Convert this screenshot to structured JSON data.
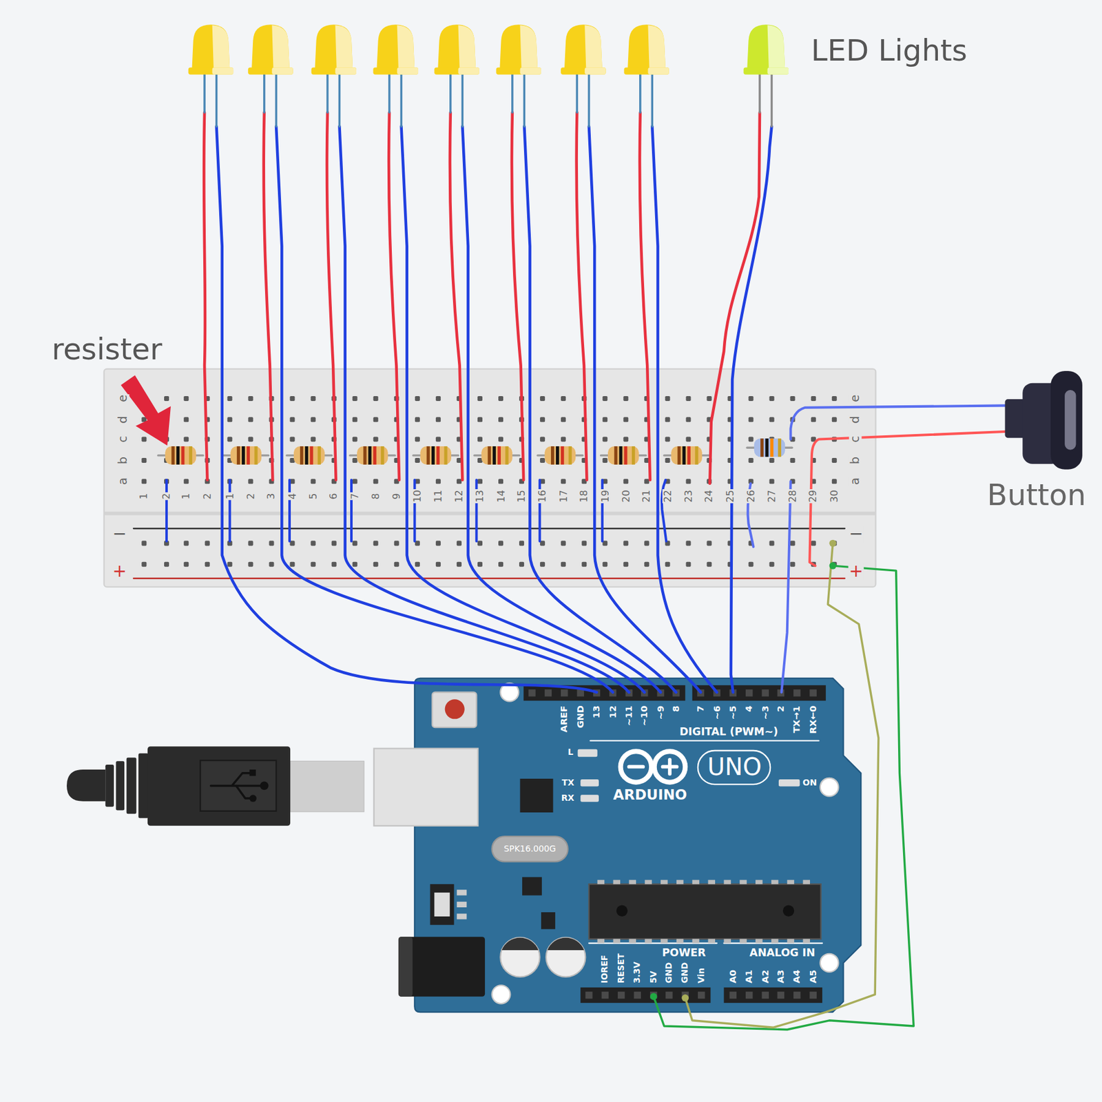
{
  "diagram": {
    "labels": [
      "LED Lights",
      "resister",
      "e",
      "d",
      "c",
      "b",
      "a",
      "e",
      "d",
      "c",
      "b",
      "a",
      "Button",
      "1",
      "2",
      "1",
      "2",
      "1",
      "2",
      "3",
      "4",
      "5",
      "6",
      "7",
      "8",
      "9",
      "10",
      "11",
      "12",
      "13",
      "14",
      "15",
      "16",
      "17",
      "18",
      "19",
      "20",
      "21",
      "22",
      "23",
      "24",
      "25",
      "26",
      "27",
      "28",
      "29",
      "30",
      "−",
      "−",
      "+",
      "+",
      "AREF",
      "GND",
      "13",
      "12",
      "~11",
      "~10",
      "~9",
      "8",
      "7",
      "~6",
      "~5",
      "4",
      "~3",
      "2",
      "TX→1",
      "RX←0",
      "DIGITAL (PWM~)",
      "L",
      "UNO",
      "ARDUINO",
      "TX",
      "ON",
      "RX",
      "SPK16.000G",
      "POWER",
      "ANALOG IN",
      "IOREF",
      "RESET",
      "3.3V",
      "5V",
      "GND",
      "GND",
      "Vin",
      "A0",
      "A1",
      "A2",
      "A3",
      "A4",
      "A5"
    ]
  }
}
